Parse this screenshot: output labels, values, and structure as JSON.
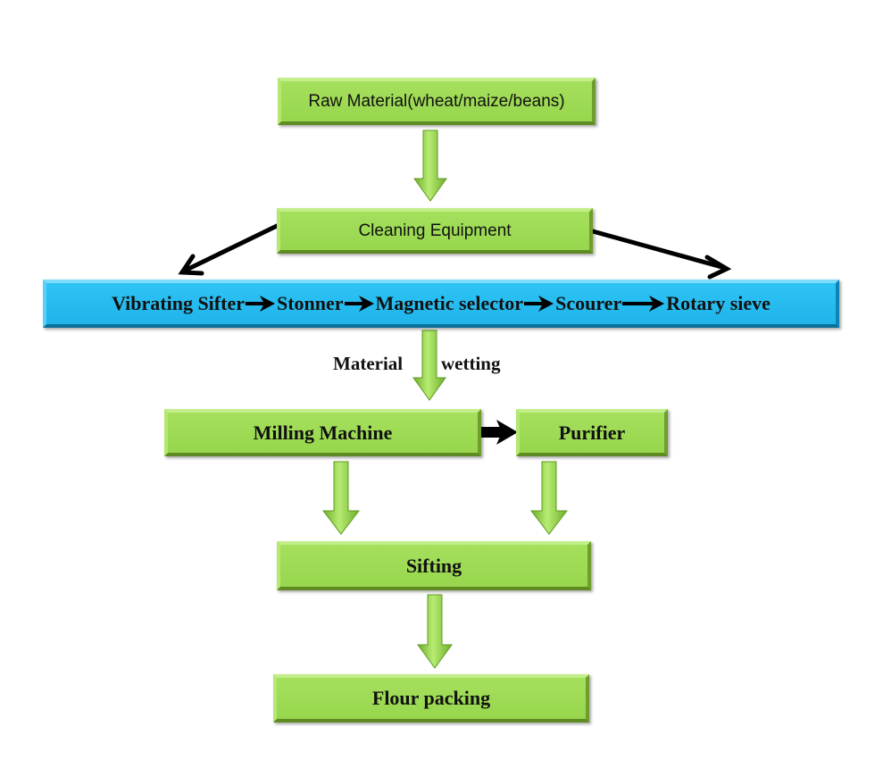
{
  "diagram": {
    "type": "flowchart",
    "title": "Flour milling process flow",
    "nodes": {
      "raw_material": "Raw Material(wheat/maize/beans)",
      "cleaning_equipment": "Cleaning Equipment",
      "cleaning_steps": [
        "Vibrating Sifter",
        "Stonner",
        "Magnetic selector",
        "Scourer",
        "Rotary sieve"
      ],
      "milling_machine": "Milling Machine",
      "purifier": "Purifier",
      "sifting": "Sifting",
      "flour_packing": "Flour packing"
    },
    "edge_labels": {
      "wetting_left": "Material",
      "wetting_right": "wetting"
    },
    "edges": [
      [
        "Raw Material",
        "Cleaning Equipment"
      ],
      [
        "Cleaning Equipment",
        "Cleaning line"
      ],
      [
        "Vibrating Sifter",
        "Stonner"
      ],
      [
        "Stonner",
        "Magnetic selector"
      ],
      [
        "Magnetic selector",
        "Scourer"
      ],
      [
        "Scourer",
        "Rotary sieve"
      ],
      [
        "Cleaning line",
        "Milling Machine"
      ],
      [
        "Milling Machine",
        "Purifier"
      ],
      [
        "Milling Machine",
        "Sifting"
      ],
      [
        "Purifier",
        "Sifting"
      ],
      [
        "Sifting",
        "Flour packing"
      ]
    ],
    "colors": {
      "process_box": "#9edb55",
      "cleaning_line_box": "#26bcf0",
      "flow_arrow": "#8fd045",
      "connector_arrow": "#000000"
    }
  }
}
